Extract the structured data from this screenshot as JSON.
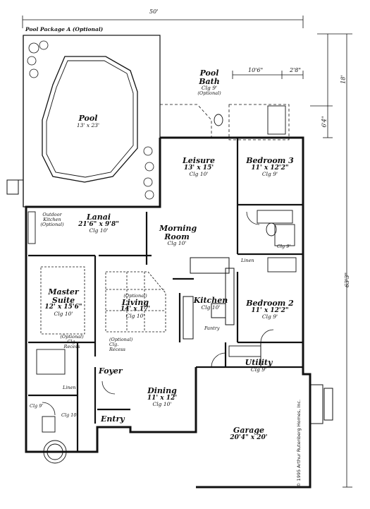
{
  "dimensions": {
    "overall_width": "50'",
    "overall_depth": "63'3\"",
    "pool_bath_depth": "18'",
    "pool_bath_offset": "6'4\"",
    "pool_bath_width_a": "10'6\"",
    "pool_bath_width_b": "2'8\""
  },
  "package_label": "Pool Package A (Optional)",
  "rooms": {
    "pool": {
      "name": "Pool",
      "size": "13' x 23'"
    },
    "pool_bath": {
      "name": "Pool",
      "name2": "Bath",
      "ceiling": "Clg 9'",
      "note": "(Optional)"
    },
    "leisure": {
      "name": "Leisure",
      "size": "13' x 15'",
      "ceiling": "Clg 10'"
    },
    "bedroom3": {
      "name": "Bedroom 3",
      "size": "11' x 12'2\"",
      "ceiling": "Clg 9'"
    },
    "outdoor_kitchen": {
      "line1": "Outdoor",
      "line2": "Kitchen",
      "line3": "(Optional)"
    },
    "lanai": {
      "name": "Lanai",
      "size": "21'6\" x 9'8\"",
      "ceiling": "Clg 10'"
    },
    "morning_room": {
      "name": "Morning",
      "name2": "Room",
      "ceiling": "Clg 10'"
    },
    "bath2_ceiling": "Clg 9'",
    "linen_hall": "Linen",
    "master_suite": {
      "name": "Master",
      "name2": "Suite",
      "size": "12' x 15'6\"",
      "ceiling": "Clg 10'"
    },
    "living": {
      "note": "(Optional)",
      "name": "Living",
      "size": "14' x 17'",
      "ceiling": "Clg 10'"
    },
    "kitchen": {
      "name": "Kitchen",
      "ceiling": "Clg 10'"
    },
    "bedroom2": {
      "name": "Bedroom 2",
      "size": "11' x 12'2\"",
      "ceiling": "Clg 9'"
    },
    "pantry": "Pantry",
    "master_recess": {
      "line1": "(Optional)",
      "line2": "Clg.",
      "line3": "Recess"
    },
    "living_recess": {
      "line1": "(Optional)",
      "line2": "Clg.",
      "line3": "Recess"
    },
    "utility": {
      "name": "Utility",
      "ceiling": "Clg 9'"
    },
    "foyer": "Foyer",
    "linen_master": "Linen",
    "master_bath_ceiling": "Clg 10'",
    "master_wc_ceiling": "Clg 9'",
    "dining": {
      "name": "Dining",
      "size": "11' x 12'",
      "ceiling": "Clg 10'"
    },
    "entry": "Entry",
    "garage": {
      "name": "Garage",
      "size": "20'4\" x 20'"
    }
  },
  "copyright": "© 1995 Arthur Rutenberg Homes, Inc."
}
